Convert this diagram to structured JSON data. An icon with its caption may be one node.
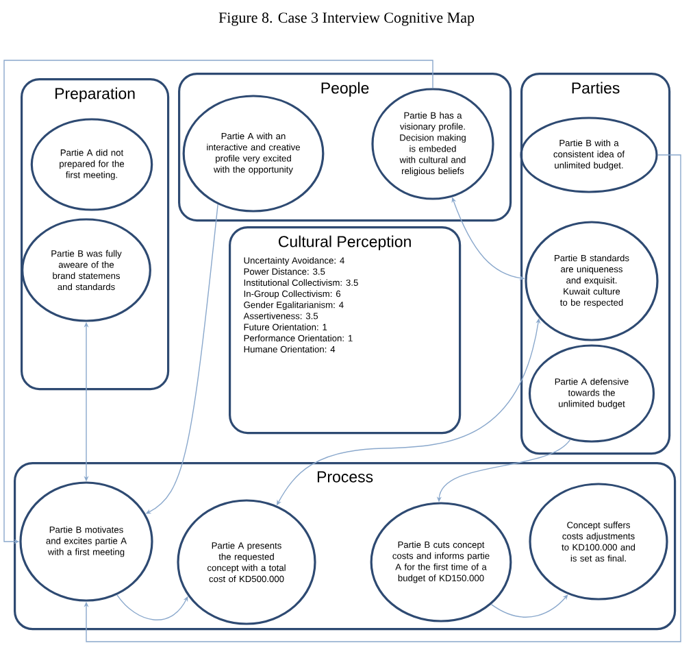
{
  "diagram": {
    "title": "Figure 8. Case 3 Interview Cognitive Map",
    "nodes": [
      {
        "text": [
          "Preparation"
        ]
      },
      {
        "text": [
          "Partie A did not prepared for the first meeting."
        ],
        "in": 0
      },
      {
        "text": [
          "Partie B was fully aweare of the brand statemens and standards"
        ],
        "in": 0
      },
      {
        "text": [
          "People"
        ]
      },
      {
        "text": [
          "Partie A with an interactive and creative profile very excited with the opportunity"
        ],
        "in": 3
      },
      {
        "text": [
          "Partie B has a visionary profile. Decision making is embeded with cultural and religious beliefs"
        ],
        "in": 3
      },
      {
        "text": [
          "Parties"
        ]
      },
      {
        "text": [
          "Partie B with a consistent idea of unlimited budget."
        ],
        "in": 6
      },
      {
        "text": [
          "Partie B standards are uniqueness and exquisit. Kuwait culture to be respected"
        ],
        "in": 6
      },
      {
        "text": [
          "Partie A defensive towards the unlimited budget"
        ],
        "in": 6
      },
      {
        "text": [
          "Cultural Perception",
          "Uncertainty Avoidance: 4",
          "Power Distance: 3.5",
          "Institutional Collectivism: 3.5",
          "In-Group Collectivism: 6",
          "Gender Egalitarianism: 4",
          "Assertiveness: 3.5",
          "Future Orientation: 1",
          "Performance Orientation: 1",
          "Humane Orientation: 4"
        ]
      },
      {
        "text": [
          "Process"
        ]
      },
      {
        "text": [
          "Partie B motivates and excites partie A with a first meeting"
        ],
        "in": 11
      },
      {
        "text": [
          "Partie A presents the requested concept with a total cost of KD500.000"
        ],
        "in": 11
      },
      {
        "text": [
          "Partie B cuts concept costs and informs partie A for the first time of a budget of KD150.000"
        ],
        "in": 11
      },
      {
        "text": [
          "Concept suffers costs adjustments to KD100.000 and is set as final."
        ],
        "in": 11
      }
    ],
    "edges": [
      {
        "from": 2,
        "to": 12,
        "arrow": "both"
      },
      {
        "from": 4,
        "to": 12,
        "arrow": "to"
      },
      {
        "from": 5,
        "to": 8,
        "arrow": "both"
      },
      {
        "from": 8,
        "to": 13,
        "arrow": "both"
      },
      {
        "from": 9,
        "to": 14,
        "arrow": "to"
      },
      {
        "from": 12,
        "to": 13,
        "arrow": "to"
      },
      {
        "from": 14,
        "to": 15,
        "arrow": "to"
      },
      {
        "from": 5,
        "to": 12,
        "arrow": "to"
      },
      {
        "from": 7,
        "to": 12,
        "arrow": "to"
      }
    ]
  }
}
